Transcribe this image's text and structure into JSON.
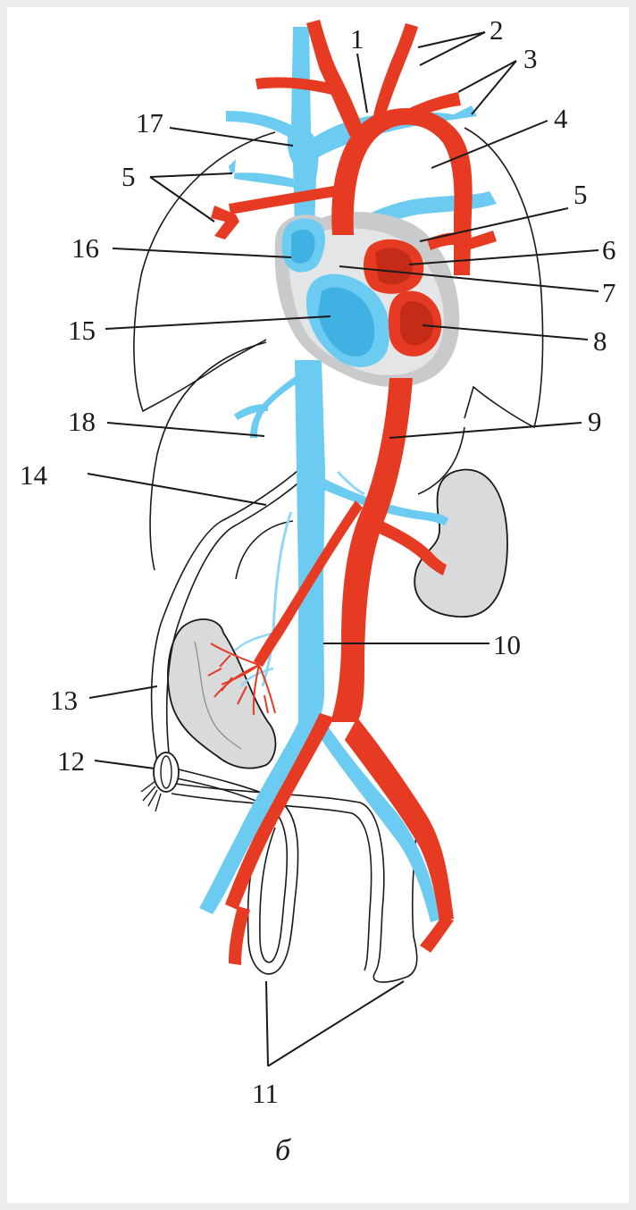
{
  "colors": {
    "artery": "#e63a22",
    "artery_dark": "#c42c17",
    "vein": "#6ccbf0",
    "vein_dark": "#3fb1e3",
    "organ_gray": "#d9dadb",
    "heart_wall": "#c9cacc",
    "outline": "#1a1a1a"
  },
  "labels": [
    "1",
    "2",
    "3",
    "4",
    "5",
    "6",
    "7",
    "8",
    "9",
    "10",
    "11",
    "12",
    "13",
    "14",
    "15",
    "16",
    "17",
    "18"
  ],
  "caption": "б"
}
